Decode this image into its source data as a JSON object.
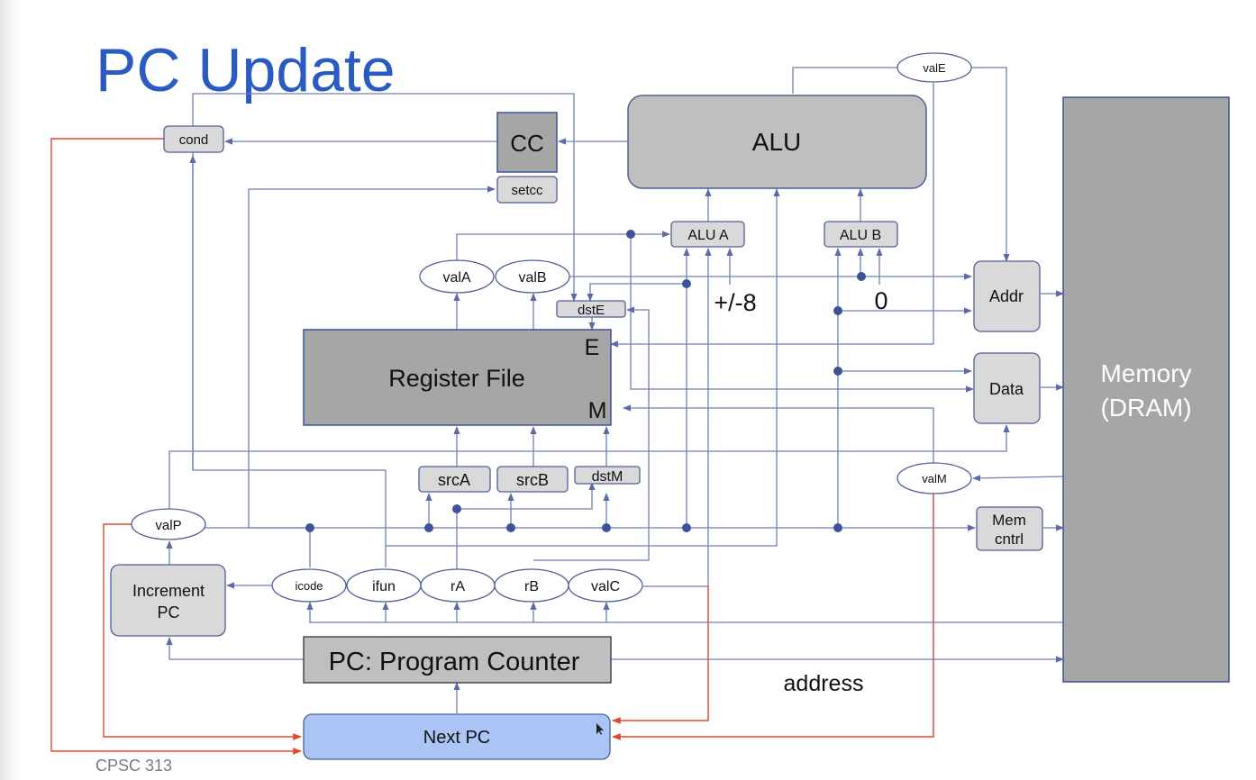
{
  "slide": {
    "title": "PC Update",
    "footer": "CPSC 313"
  },
  "blocks": {
    "alu": "ALU",
    "cc": "CC",
    "setcc": "setcc",
    "cond": "cond",
    "alu_a": "ALU A",
    "alu_b": "ALU B",
    "addr": "Addr",
    "data": "Data",
    "memory_line1": "Memory",
    "memory_line2": "(DRAM)",
    "register_file": "Register File",
    "port_e": "E",
    "port_m": "M",
    "dst_e": "dstE",
    "src_a": "srcA",
    "src_b": "srcB",
    "dst_m": "dstM",
    "mem_cntrl_line1": "Mem",
    "mem_cntrl_line2": "cntrl",
    "increment_pc_line1": "Increment",
    "increment_pc_line2": "PC",
    "program_counter": "PC: Program Counter",
    "next_pc": "Next PC"
  },
  "signals": {
    "val_e": "valE",
    "val_a": "valA",
    "val_b": "valB",
    "val_m": "valM",
    "val_p": "valP",
    "icode": "icode",
    "ifun": "ifun",
    "r_a": "rA",
    "r_b": "rB",
    "val_c": "valC"
  },
  "labels": {
    "plus_minus_8": "+/-8",
    "zero": "0",
    "address": "address"
  },
  "colors": {
    "title": "#2a5bc4",
    "wire_blue": "#6e7fb8",
    "wire_red": "#e0482e",
    "block_light": "#d9d9d9",
    "block_mid": "#bfbfbf",
    "block_dark": "#a6a6a6",
    "next_pc_fill": "#aac4f6"
  }
}
